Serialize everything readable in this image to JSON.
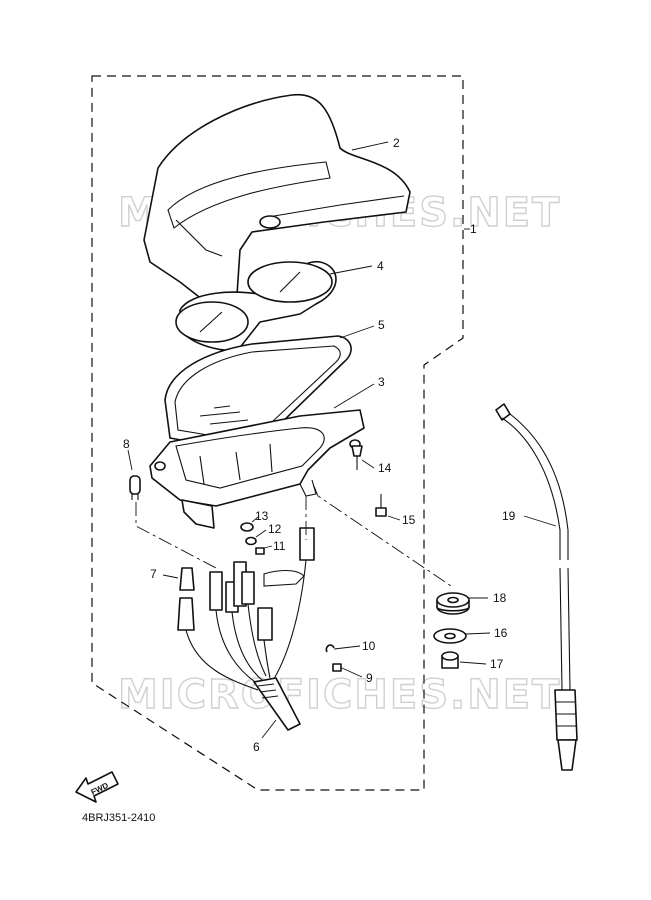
{
  "watermark": "MICROFICHES.NET",
  "diagram_code": "4BRJ351-2410",
  "fwd_label": "FWD",
  "callouts": {
    "c1": "1",
    "c2": "2",
    "c3": "3",
    "c4": "4",
    "c5": "5",
    "c6": "6",
    "c7": "7",
    "c8": "8",
    "c9": "9",
    "c10": "10",
    "c11": "11",
    "c12": "12",
    "c13": "13",
    "c14": "14",
    "c15": "15",
    "c16": "16",
    "c17": "17",
    "c18": "18",
    "c19": "19"
  }
}
